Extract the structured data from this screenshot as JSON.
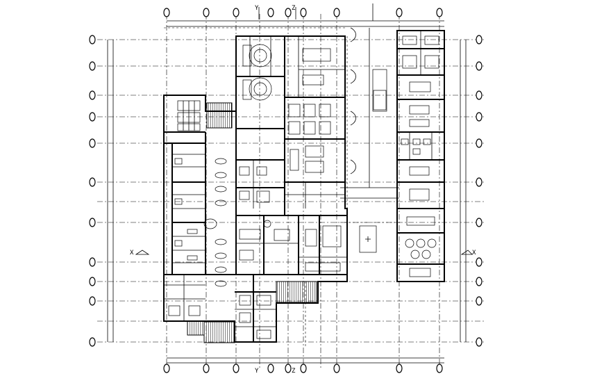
{
  "drawing": {
    "section_labels": {
      "y_top": "Y",
      "z_top": "Z",
      "y_bottom": "Y",
      "z_bottom": "Z",
      "x_left": "X",
      "x_right": "X"
    }
  }
}
